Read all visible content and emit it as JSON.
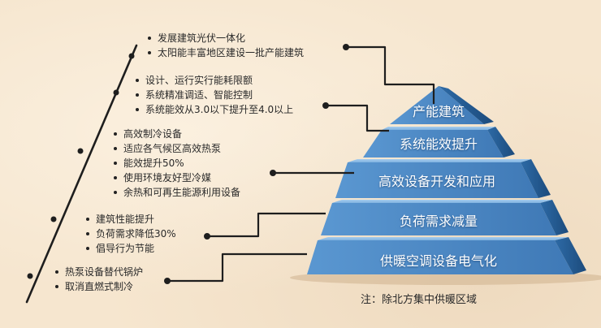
{
  "groups": [
    {
      "items": [
        "发展建筑光伏一体化",
        "太阳能丰富地区建设一批产能建筑"
      ]
    },
    {
      "items": [
        "设计、运行实行能耗限额",
        "系统精准调适、智能控制",
        "系统能效从3.0以下提升至4.0以上"
      ]
    },
    {
      "items": [
        "高效制冷设备",
        "适应各气候区高效热泵",
        "能效提升50%",
        "使用环境友好型冷媒",
        "余热和可再生能源利用设备"
      ]
    },
    {
      "items": [
        "建筑性能提升",
        "负荷需求降低30%",
        "倡导行为节能"
      ]
    },
    {
      "items": [
        "热泵设备替代锅炉",
        "取消直燃式制冷"
      ]
    }
  ],
  "pyramid": {
    "tiers": [
      "产能建筑",
      "系统能效提升",
      "高效设备开发和应用",
      "负荷需求减量",
      "供暖空调设备电气化"
    ],
    "colors": {
      "light": "#7fb2e0",
      "mid": "#4a86c3",
      "dark": "#2a5f98",
      "side": "#1e4f82"
    }
  },
  "note": "注：除北方集中供暖区域"
}
